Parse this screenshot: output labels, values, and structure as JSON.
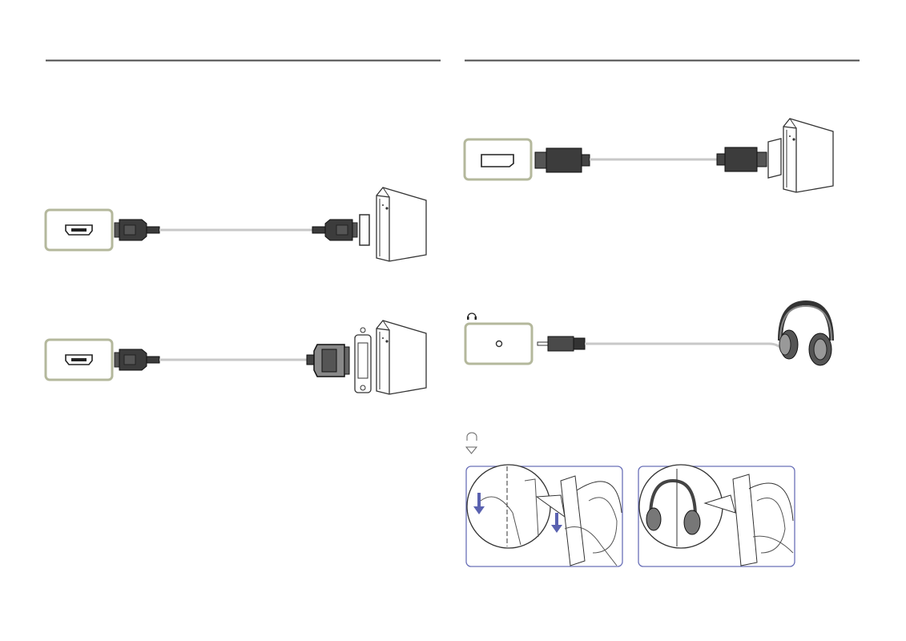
{
  "colors": {
    "rule": "#4a4a4a",
    "port_frame": "#b4b89c",
    "connector": "#3c3c3c",
    "cable": "#c8c8c8",
    "photo_border": "#6a70b8",
    "arrow": "#5a62b0"
  },
  "sections": [
    {
      "name": "hdmi-connection",
      "port": "hdmi"
    },
    {
      "name": "hdmi-dvi-connection",
      "port": "hdmi"
    },
    {
      "name": "displayport-connection",
      "port": "displayport"
    },
    {
      "name": "headphone-connection",
      "port": "audio"
    }
  ]
}
